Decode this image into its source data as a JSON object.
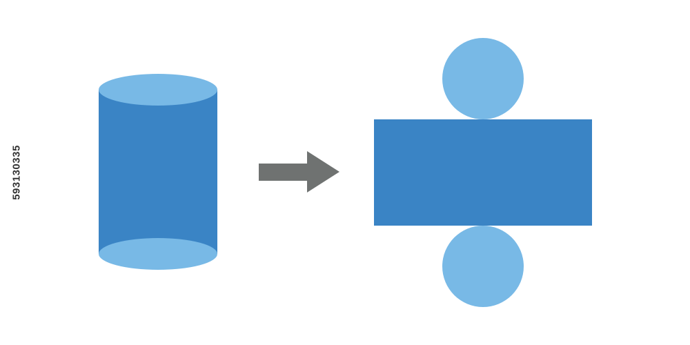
{
  "diagram": {
    "colors": {
      "background": "#ffffff",
      "primary_blue": "#3a84c5",
      "light_blue": "#78b9e6",
      "arrow_gray": "#6f7271",
      "text": "#333333"
    },
    "elements": {
      "cylinder": "cylinder",
      "arrow": "arrow-right-icon",
      "net": [
        "circle",
        "rectangle",
        "circle"
      ]
    }
  },
  "stock": {
    "id_text": "593130335"
  }
}
